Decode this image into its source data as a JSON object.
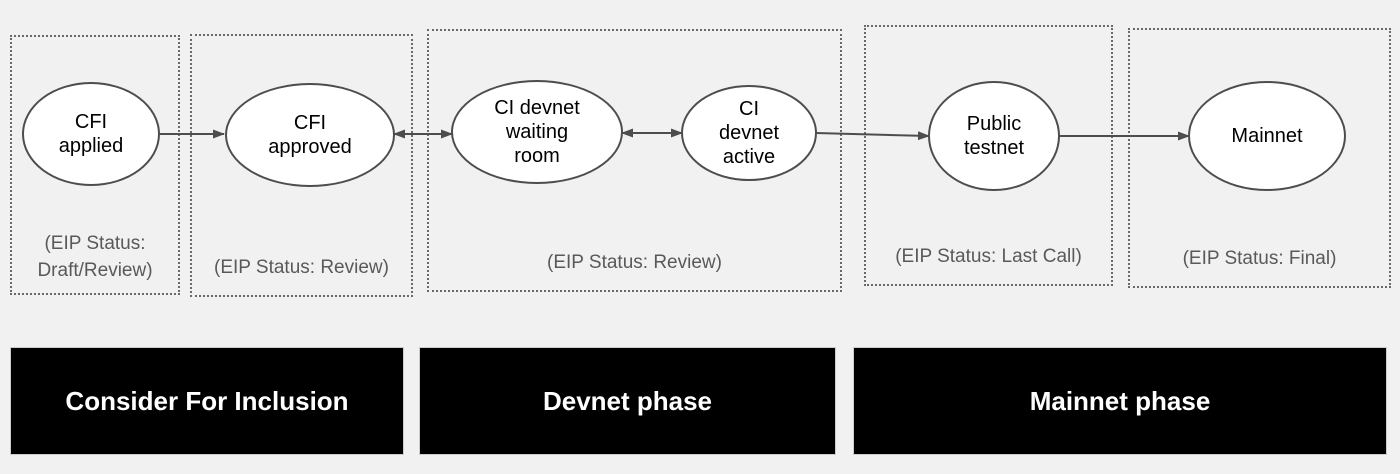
{
  "colors": {
    "background": "#f1f1f1",
    "node_fill": "#ffffff",
    "node_stroke": "#4d4d4d",
    "arrow": "#4d4d4d",
    "group_border": "#696969",
    "status_text": "#595959",
    "node_text": "#000000",
    "banner_background": "#000000",
    "banner_text": "#ffffff"
  },
  "groups": [
    {
      "status": "(EIP Status:\nDraft/Review)"
    },
    {
      "status": "(EIP Status: Review)"
    },
    {
      "status": "(EIP Status: Review)"
    },
    {
      "status": "(EIP Status: Last Call)"
    },
    {
      "status": "(EIP Status: Final)"
    }
  ],
  "nodes": [
    {
      "label": "CFI\napplied"
    },
    {
      "label": "CFI\napproved"
    },
    {
      "label": "CI devnet\nwaiting\nroom"
    },
    {
      "label": "CI\ndevnet\nactive"
    },
    {
      "label": "Public\ntestnet"
    },
    {
      "label": "Mainnet"
    }
  ],
  "edges": [
    {
      "from": "CFI applied",
      "to": "CFI approved",
      "direction": "forward"
    },
    {
      "from": "CFI approved",
      "to": "CI devnet waiting room",
      "direction": "both"
    },
    {
      "from": "CI devnet waiting room",
      "to": "CI devnet active",
      "direction": "both"
    },
    {
      "from": "CI devnet active",
      "to": "Public testnet",
      "direction": "forward"
    },
    {
      "from": "Public testnet",
      "to": "Mainnet",
      "direction": "forward"
    }
  ],
  "phases": [
    {
      "label": "Consider For Inclusion"
    },
    {
      "label": "Devnet phase"
    },
    {
      "label": "Mainnet phase"
    }
  ]
}
